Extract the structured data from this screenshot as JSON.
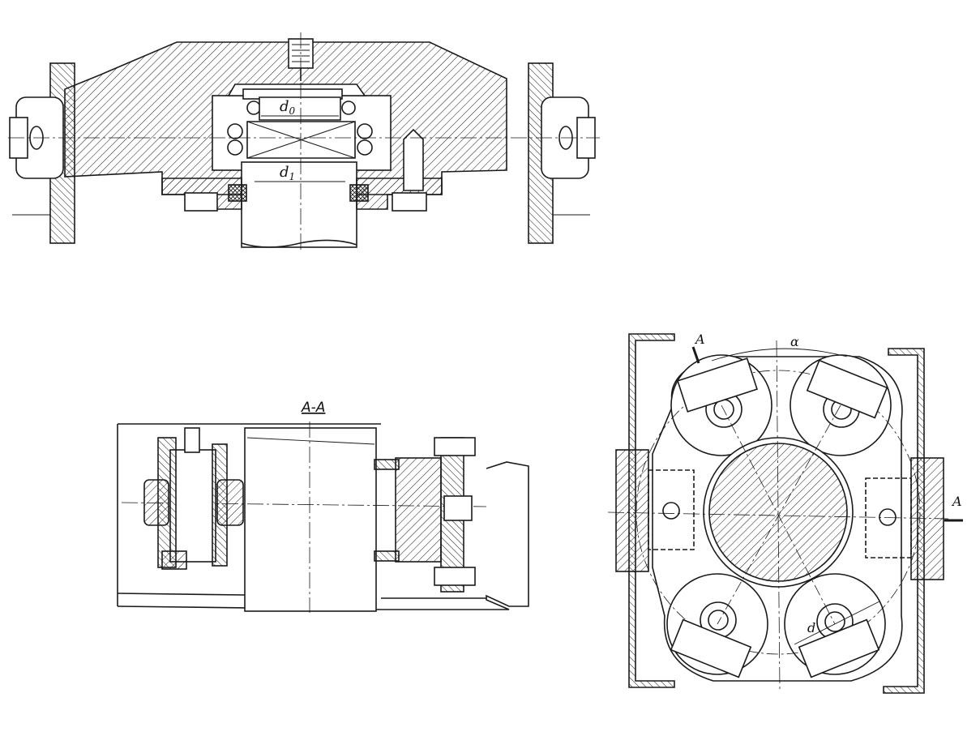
{
  "labels": {
    "d0": "d",
    "d0_sub": "0",
    "d1": "d",
    "d1_sub": "1",
    "section_title": "A-A",
    "section_mark_left": "A",
    "section_mark_right": "A",
    "angle": "α",
    "diameter": "d"
  },
  "colors": {
    "ink": "#1a1a1a",
    "paper": "#ffffff"
  }
}
